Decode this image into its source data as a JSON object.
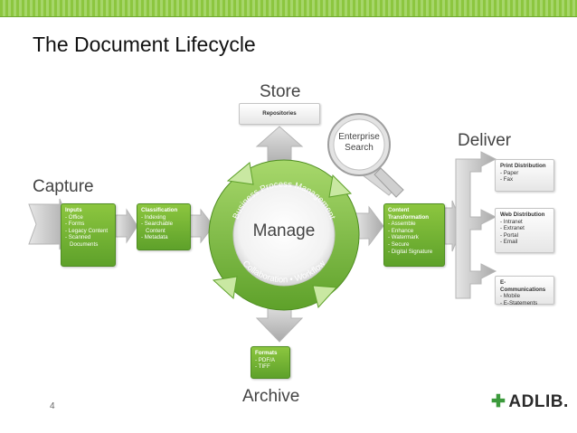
{
  "slide": {
    "title": "The Document Lifecycle",
    "page_number": "4"
  },
  "stages": {
    "store": "Store",
    "capture": "Capture",
    "deliver": "Deliver",
    "archive": "Archive",
    "manage": "Manage"
  },
  "enterprise_search": {
    "line1": "Enterprise",
    "line2": "Search"
  },
  "cycle_labels": {
    "top": "Business Process Management",
    "bottom": "Collaboration • Workflow"
  },
  "repositories": {
    "label": "Repositories"
  },
  "inputs": {
    "header": "Inputs",
    "items": [
      "Office",
      "Forms",
      "Legacy Content",
      "Scanned",
      "Documents"
    ]
  },
  "classification": {
    "header": "Classification",
    "items": [
      "Indexing",
      "Searchable",
      "Content",
      "Metadata"
    ]
  },
  "transformation": {
    "header1": "Content",
    "header2": "Transformation",
    "items": [
      "Assemble",
      "Enhance",
      "Watermark",
      "Secure",
      "Digital Signature"
    ]
  },
  "formats": {
    "header": "Formats",
    "items": [
      "PDF/A",
      "TIFF"
    ]
  },
  "print_distribution": {
    "header": "Print Distribution",
    "items": [
      "Paper",
      "Fax"
    ]
  },
  "web_distribution": {
    "header": "Web Distribution",
    "items": [
      "Intranet",
      "Extranet",
      "Portal",
      "Email"
    ]
  },
  "e_communications": {
    "header": "E-Communications",
    "items": [
      "Mobile",
      "E-Statements"
    ]
  },
  "logo": {
    "text": "ADLIB."
  },
  "colors": {
    "accent_green": "#8cc63f",
    "dark_green": "#5ea12a",
    "gray_arrow": "#b8b8b8"
  }
}
